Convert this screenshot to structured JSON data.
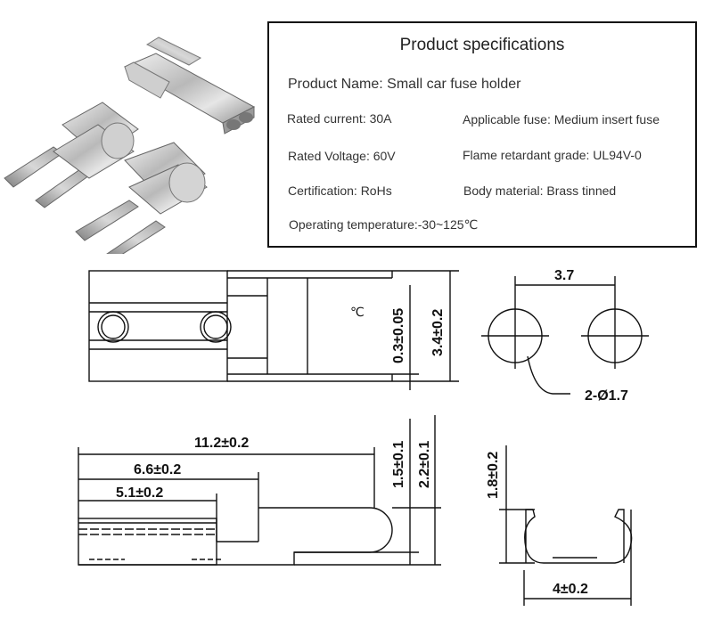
{
  "specs": {
    "title": "Product specifications",
    "product_name": "Product Name: Small car fuse holder",
    "rated_current": "Rated current: 30A",
    "applicable_fuse": "Applicable fuse: Medium insert fuse",
    "rated_voltage": "Rated Voltage: 60V",
    "flame_grade": "Flame retardant grade: UL94V-0",
    "certification": "Certification: RoHs",
    "body_material": "Body material: Brass tinned",
    "operating_temp": "Operating temperature:-30~125℃"
  },
  "drawing": {
    "dim_thickness": "0.3±0.05",
    "dim_height": "3.4±0.2",
    "dim_pitch": "3.7",
    "dim_holes": "2-Ø1.7",
    "dim_length_total": "11.2±0.2",
    "dim_length_mid": "6.6±0.2",
    "dim_length_short": "5.1±0.2",
    "dim_tab_upper": "1.5±0.1",
    "dim_tab_total": "2.2±0.1",
    "dim_clip_height": "1.8±0.2",
    "dim_clip_width": "4±0.2",
    "stray_unit": "℃"
  }
}
